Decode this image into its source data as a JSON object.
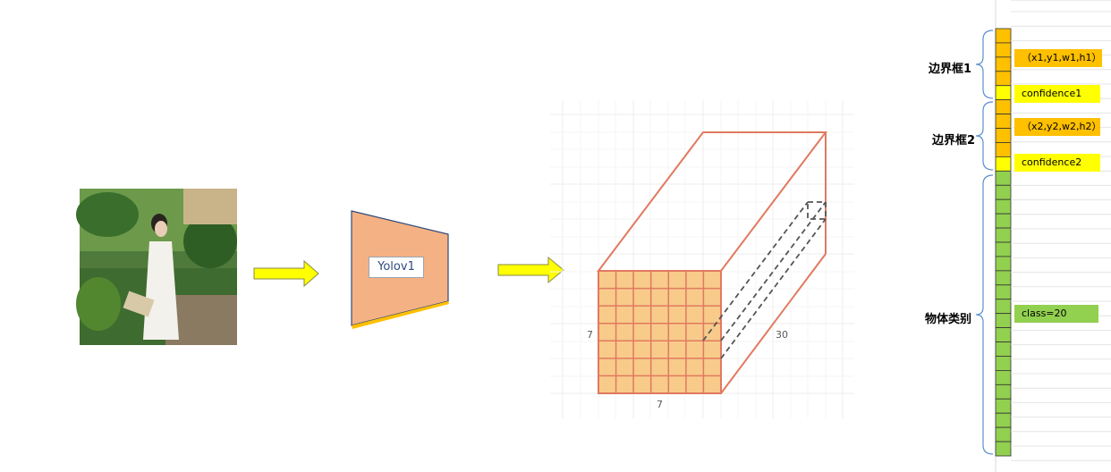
{
  "model": {
    "name": "Yolov1"
  },
  "grid": {
    "height_label": "7",
    "width_label": "7",
    "depth_label": "30"
  },
  "vector": {
    "groups": [
      {
        "label": "边界框1"
      },
      {
        "label": "边界框2"
      },
      {
        "label": "物体类别"
      }
    ],
    "boxes": [
      {
        "text": "（x1,y1,w1,h1）",
        "color": "#ffc000"
      },
      {
        "text": "confidence1",
        "color": "#ffff00"
      },
      {
        "text": "（x2,y2,w2,h2）",
        "color": "#ffc000"
      },
      {
        "text": "confidence2",
        "color": "#ffff00"
      },
      {
        "text": "class=20",
        "color": "#92d050"
      }
    ],
    "cell_colors": {
      "box_coords": "#ffc000",
      "confidence": "#ffff00",
      "classes": "#92d050"
    }
  },
  "colors": {
    "arrow": "#ffff00",
    "trapezoid": "#f4b183",
    "cube": "#e07a5f",
    "cube_face": "#f8cb8b"
  }
}
